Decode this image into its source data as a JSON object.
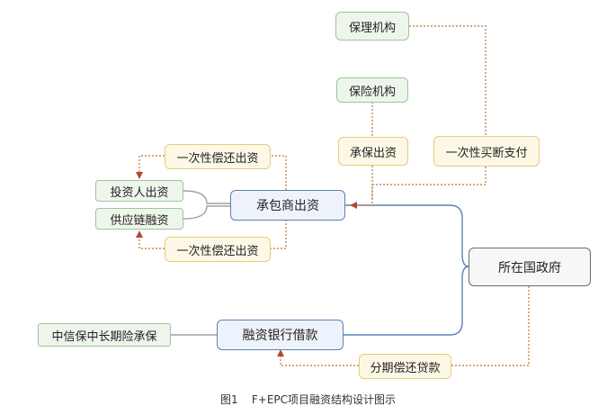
{
  "nodes": {
    "factoring": "保理机构",
    "insurance": "保险机构",
    "underwriting_funding": "承保出资",
    "one_time_buyout": "一次性买断支付",
    "repay_top": "一次性偿还出资",
    "investor_funding": "投资人出资",
    "supply_chain_finance": "供应链融资",
    "contractor_funding": "承包商出资",
    "repay_bottom": "一次性偿还出资",
    "local_government": "所在国政府",
    "sinosure": "中信保中长期险承保",
    "bank_loan": "融资银行借款",
    "installment_repay": "分期偿还贷款"
  },
  "caption": "图1    F+EPC项目融资结构设计图示",
  "colors": {
    "green_border": "#9cc69a",
    "yellow_border": "#e4cc7c",
    "blue_border": "#5e80b4",
    "gray_border": "#6c6c6c",
    "arrow": "#b5482a"
  }
}
